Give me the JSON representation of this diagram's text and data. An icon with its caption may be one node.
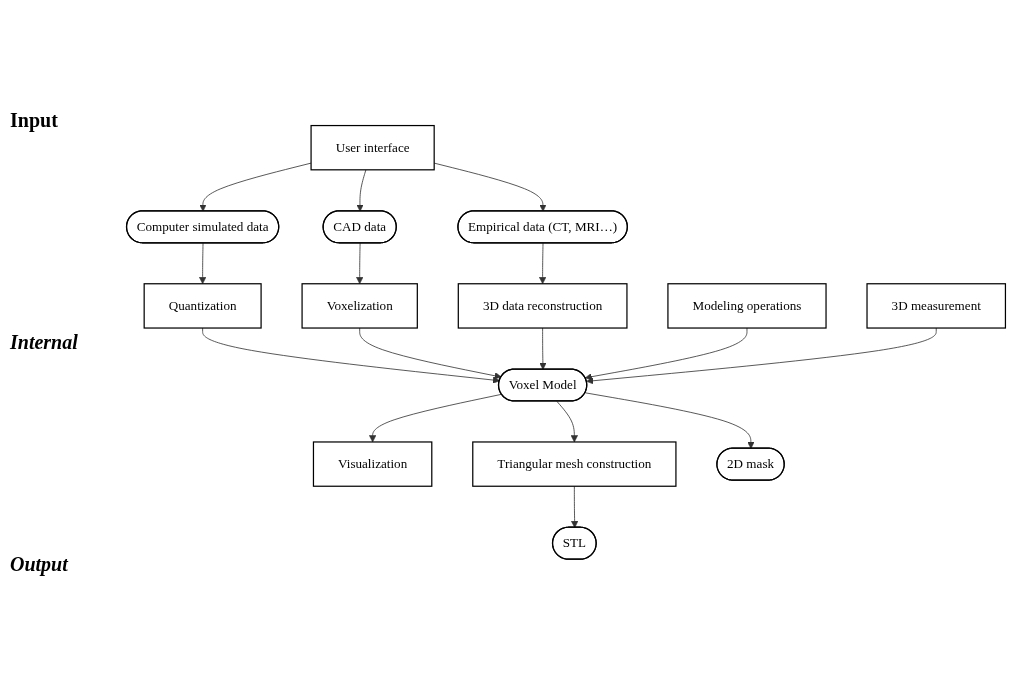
{
  "diagram": {
    "nodes": [
      {
        "text": [
          "User interface"
        ]
      },
      {
        "text": [
          "Computer simulated data"
        ]
      },
      {
        "text": [
          "CAD data"
        ]
      },
      {
        "text": [
          "Empirical data (CT, MRI…)"
        ]
      },
      {
        "text": [
          "Quantization"
        ]
      },
      {
        "text": [
          "Voxelization"
        ]
      },
      {
        "text": [
          "3D data reconstruction"
        ]
      },
      {
        "text": [
          "Modeling operations"
        ]
      },
      {
        "text": [
          "Voxel Model"
        ]
      },
      {
        "text": [
          "3D measurement"
        ]
      },
      {
        "text": [
          "Visualization"
        ]
      },
      {
        "text": [
          "Triangular mesh construction"
        ]
      },
      {
        "text": [
          "STL"
        ]
      },
      {
        "text": [
          "2D mask"
        ]
      }
    ],
    "edges": [
      {
        "from": 0,
        "to": 1,
        "arrow": "to"
      },
      {
        "from": 0,
        "to": 2,
        "arrow": "to"
      },
      {
        "from": 0,
        "to": 3,
        "arrow": "to"
      },
      {
        "from": 1,
        "to": 4,
        "arrow": "to"
      },
      {
        "from": 2,
        "to": 5,
        "arrow": "to"
      },
      {
        "from": 3,
        "to": 6,
        "arrow": "to"
      },
      {
        "from": 4,
        "to": 8,
        "arrow": "to"
      },
      {
        "from": 5,
        "to": 8,
        "arrow": "to"
      },
      {
        "from": 6,
        "to": 8,
        "arrow": "to"
      },
      {
        "from": 7,
        "to": 8,
        "arrow": "to"
      },
      {
        "from": 9,
        "to": 8,
        "arrow": "to"
      },
      {
        "from": 8,
        "to": 10,
        "arrow": "to"
      },
      {
        "from": 8,
        "to": 11,
        "arrow": "to"
      },
      {
        "from": 8,
        "to": 13,
        "arrow": "to"
      },
      {
        "from": 11,
        "to": 12,
        "arrow": "to"
      }
    ],
    "labels": [
      "Input",
      "Internal",
      "Output"
    ]
  }
}
